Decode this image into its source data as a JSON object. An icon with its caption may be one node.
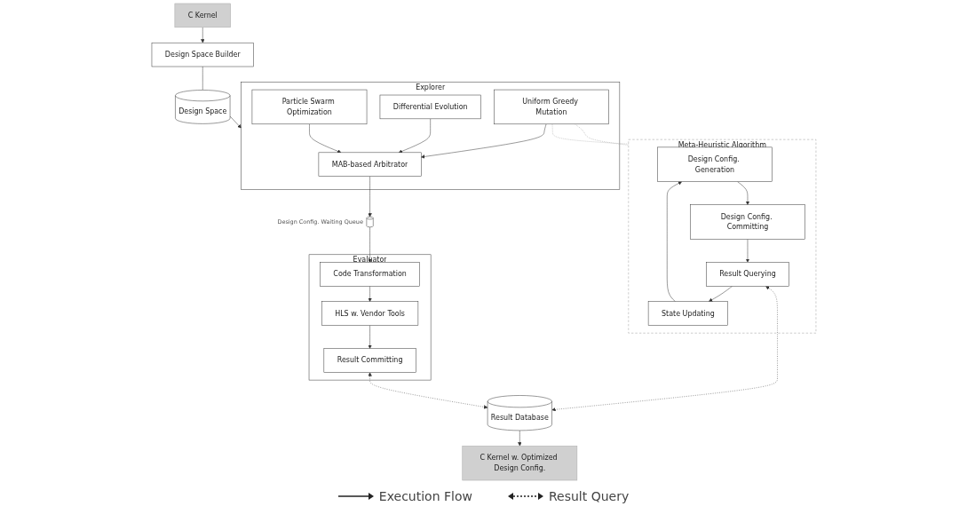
{
  "diagram": {
    "nodes": [
      {
        "text": [
          "C Kernel"
        ]
      },
      {
        "text": [
          "Design Space Builder"
        ]
      },
      {
        "text": [
          "Design Space"
        ]
      },
      {
        "text": [
          "Explorer"
        ]
      },
      {
        "text": [
          "MAB-based Arbitrator"
        ],
        "in": 3
      },
      {
        "text": [
          "Uniform Greedy Mutation"
        ],
        "in": 3
      },
      {
        "text": [
          "Differential Evolution"
        ],
        "in": 3
      },
      {
        "text": [
          "Particle Swarm Optimization"
        ],
        "in": 3
      },
      {
        "text": [
          "Meta-Heuristic Algorithm"
        ]
      },
      {
        "text": [
          "Design Config. Generation"
        ],
        "in": 8
      },
      {
        "text": [
          "Design Config. Committing"
        ],
        "in": 8
      },
      {
        "text": [
          "Result Querying"
        ],
        "in": 8
      },
      {
        "text": [
          "State Updating"
        ],
        "in": 8
      },
      {
        "text": [],
        "shape": "cylinder",
        "beside": [
          "Design Config. Waiting Queue"
        ]
      },
      {
        "text": [
          "Evaluator"
        ]
      },
      {
        "text": [
          "Code Transformation"
        ],
        "in": 14
      },
      {
        "text": [
          "HLS w. Vendor Tools"
        ],
        "in": 14
      },
      {
        "text": [
          "Result Committing"
        ],
        "in": 14
      },
      {
        "text": [
          "Result Database"
        ]
      },
      {
        "text": [
          "C Kernel w. Optimized Design Config."
        ]
      }
    ],
    "edges": [
      {
        "from": 0,
        "to": 1,
        "arrow": "to"
      },
      {
        "from": 1,
        "to": 2,
        "arrow": "none"
      },
      {
        "from": 2,
        "to": 3,
        "arrow": "to"
      },
      {
        "from": 5,
        "to": 4,
        "arrow": "to"
      },
      {
        "from": 6,
        "to": 4,
        "arrow": "to"
      },
      {
        "from": 7,
        "to": 4,
        "arrow": "to"
      },
      {
        "from": 5,
        "to": 8,
        "arrow": "none",
        "style": "dashed",
        "color": "#999999"
      },
      {
        "from": 5,
        "to": 8,
        "arrow": "none",
        "style": "dashed",
        "color": "#999999"
      },
      {
        "from": 9,
        "to": 10,
        "arrow": "to"
      },
      {
        "from": 10,
        "to": 11,
        "arrow": "to"
      },
      {
        "from": 11,
        "to": 12,
        "arrow": "to"
      },
      {
        "from": 12,
        "to": 9,
        "arrow": "to"
      },
      {
        "from": 4,
        "to": 13,
        "arrow": "to"
      },
      {
        "from": 13,
        "to": 15,
        "arrow": "to"
      },
      {
        "from": 15,
        "to": 16,
        "arrow": "to"
      },
      {
        "from": 16,
        "to": 17,
        "arrow": "to"
      },
      {
        "from": 11,
        "to": 18,
        "arrow": "both",
        "style": "dashed"
      },
      {
        "from": 17,
        "to": 18,
        "arrow": "both",
        "style": "dashed"
      },
      {
        "from": 18,
        "to": 19,
        "arrow": "to"
      }
    ],
    "legend": [
      {
        "text": "Execution Flow"
      },
      {
        "text": "Result Query"
      }
    ]
  }
}
